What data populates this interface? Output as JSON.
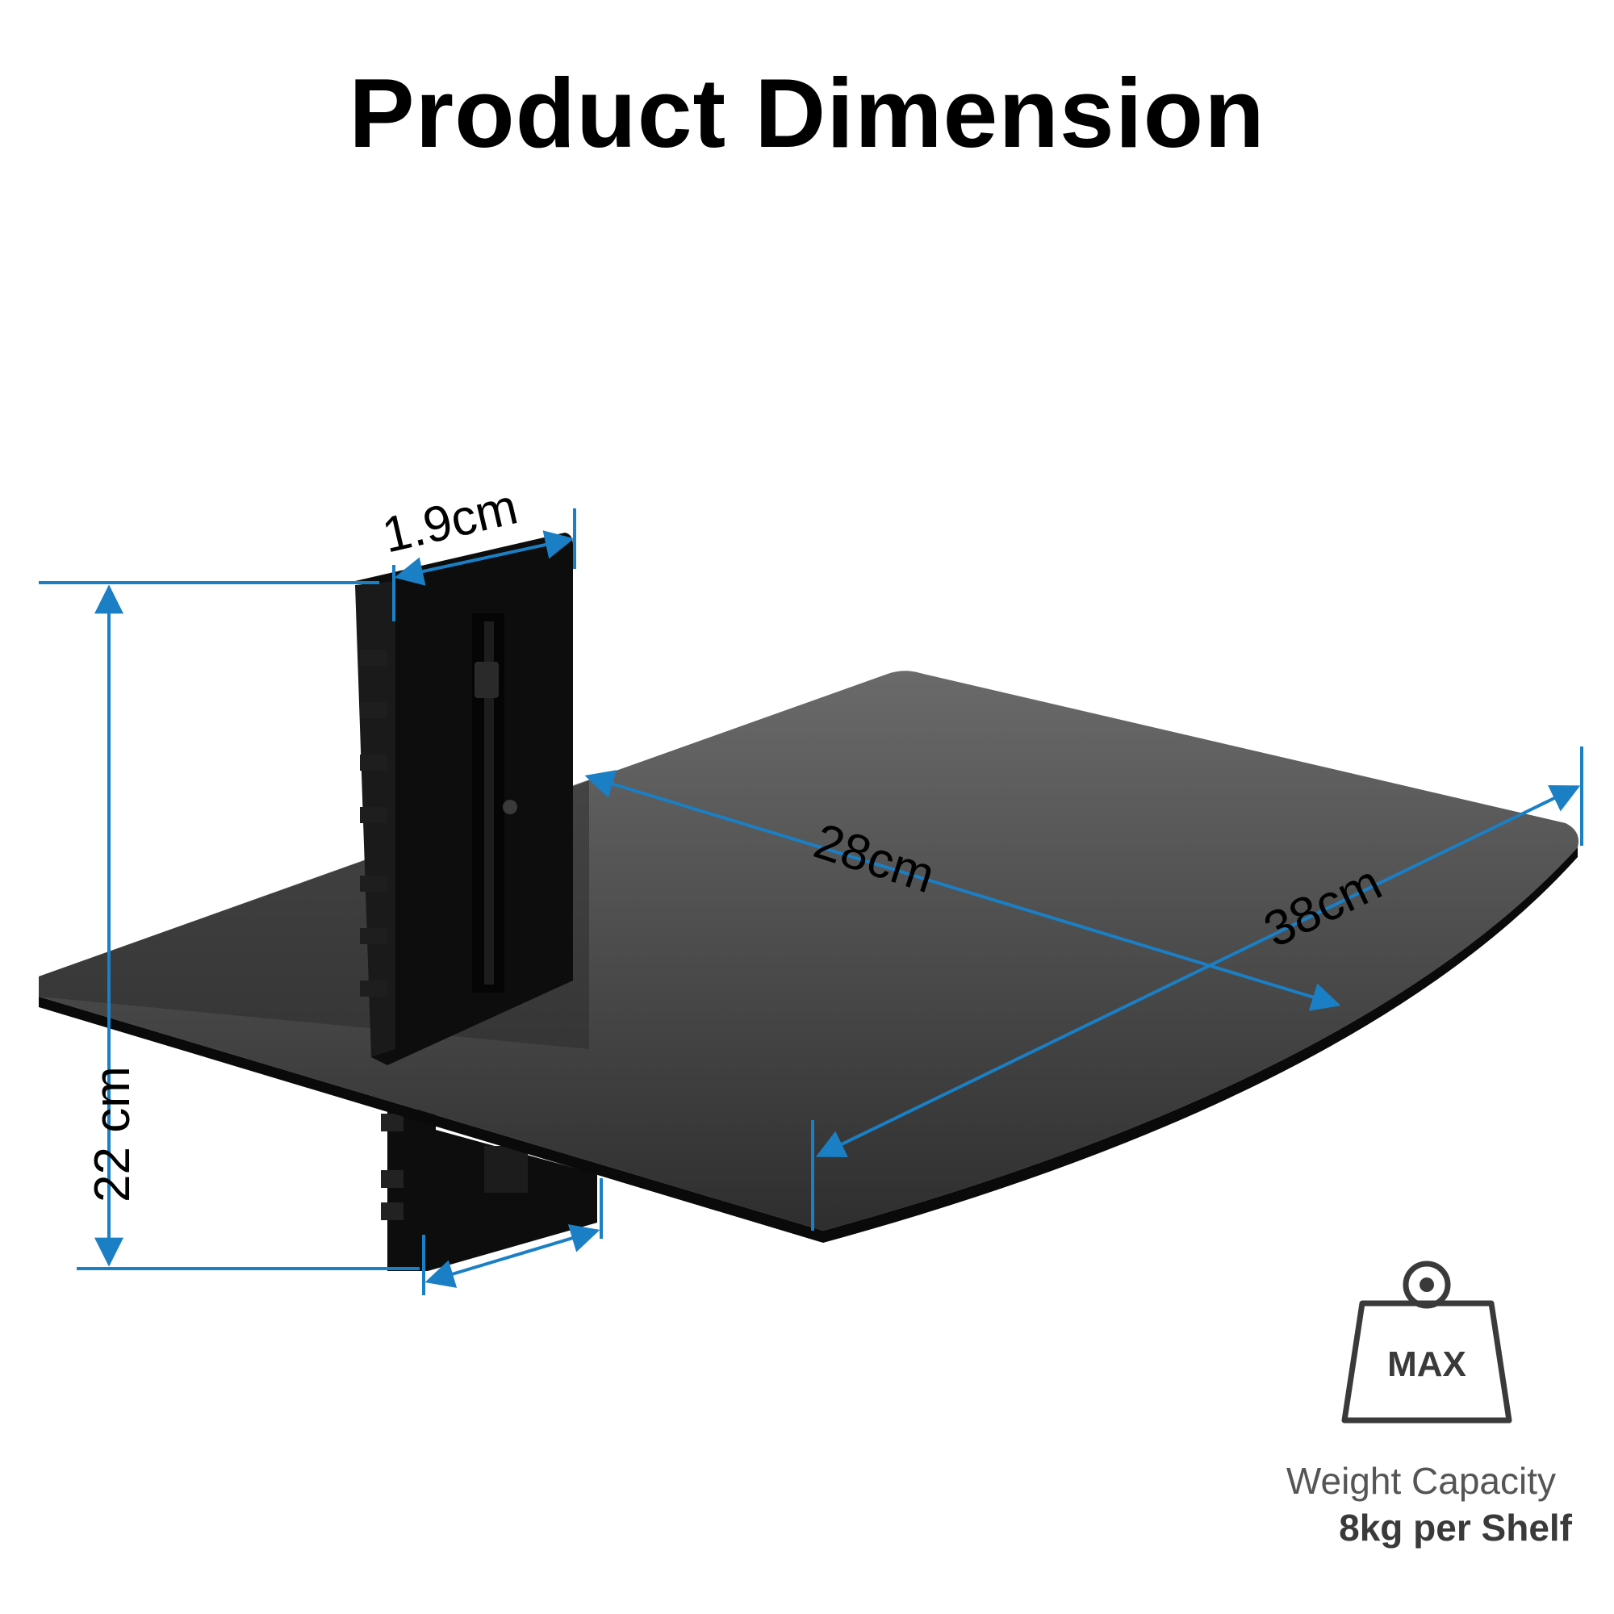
{
  "title": "Product Dimension",
  "dimensions": {
    "bracket_thickness": "1.9cm",
    "shelf_depth": "28cm",
    "shelf_width": "38cm",
    "bracket_height": "22 cm"
  },
  "weight_badge": {
    "icon": "weight-icon",
    "label": "MAX",
    "caption": "Weight Capacity",
    "value": "8kg per Shelf"
  },
  "colors": {
    "dimension_line": "#1a7fc4",
    "shelf_glass": "#1a1a1a",
    "bracket": "#0d0d0d",
    "text": "#000000"
  }
}
